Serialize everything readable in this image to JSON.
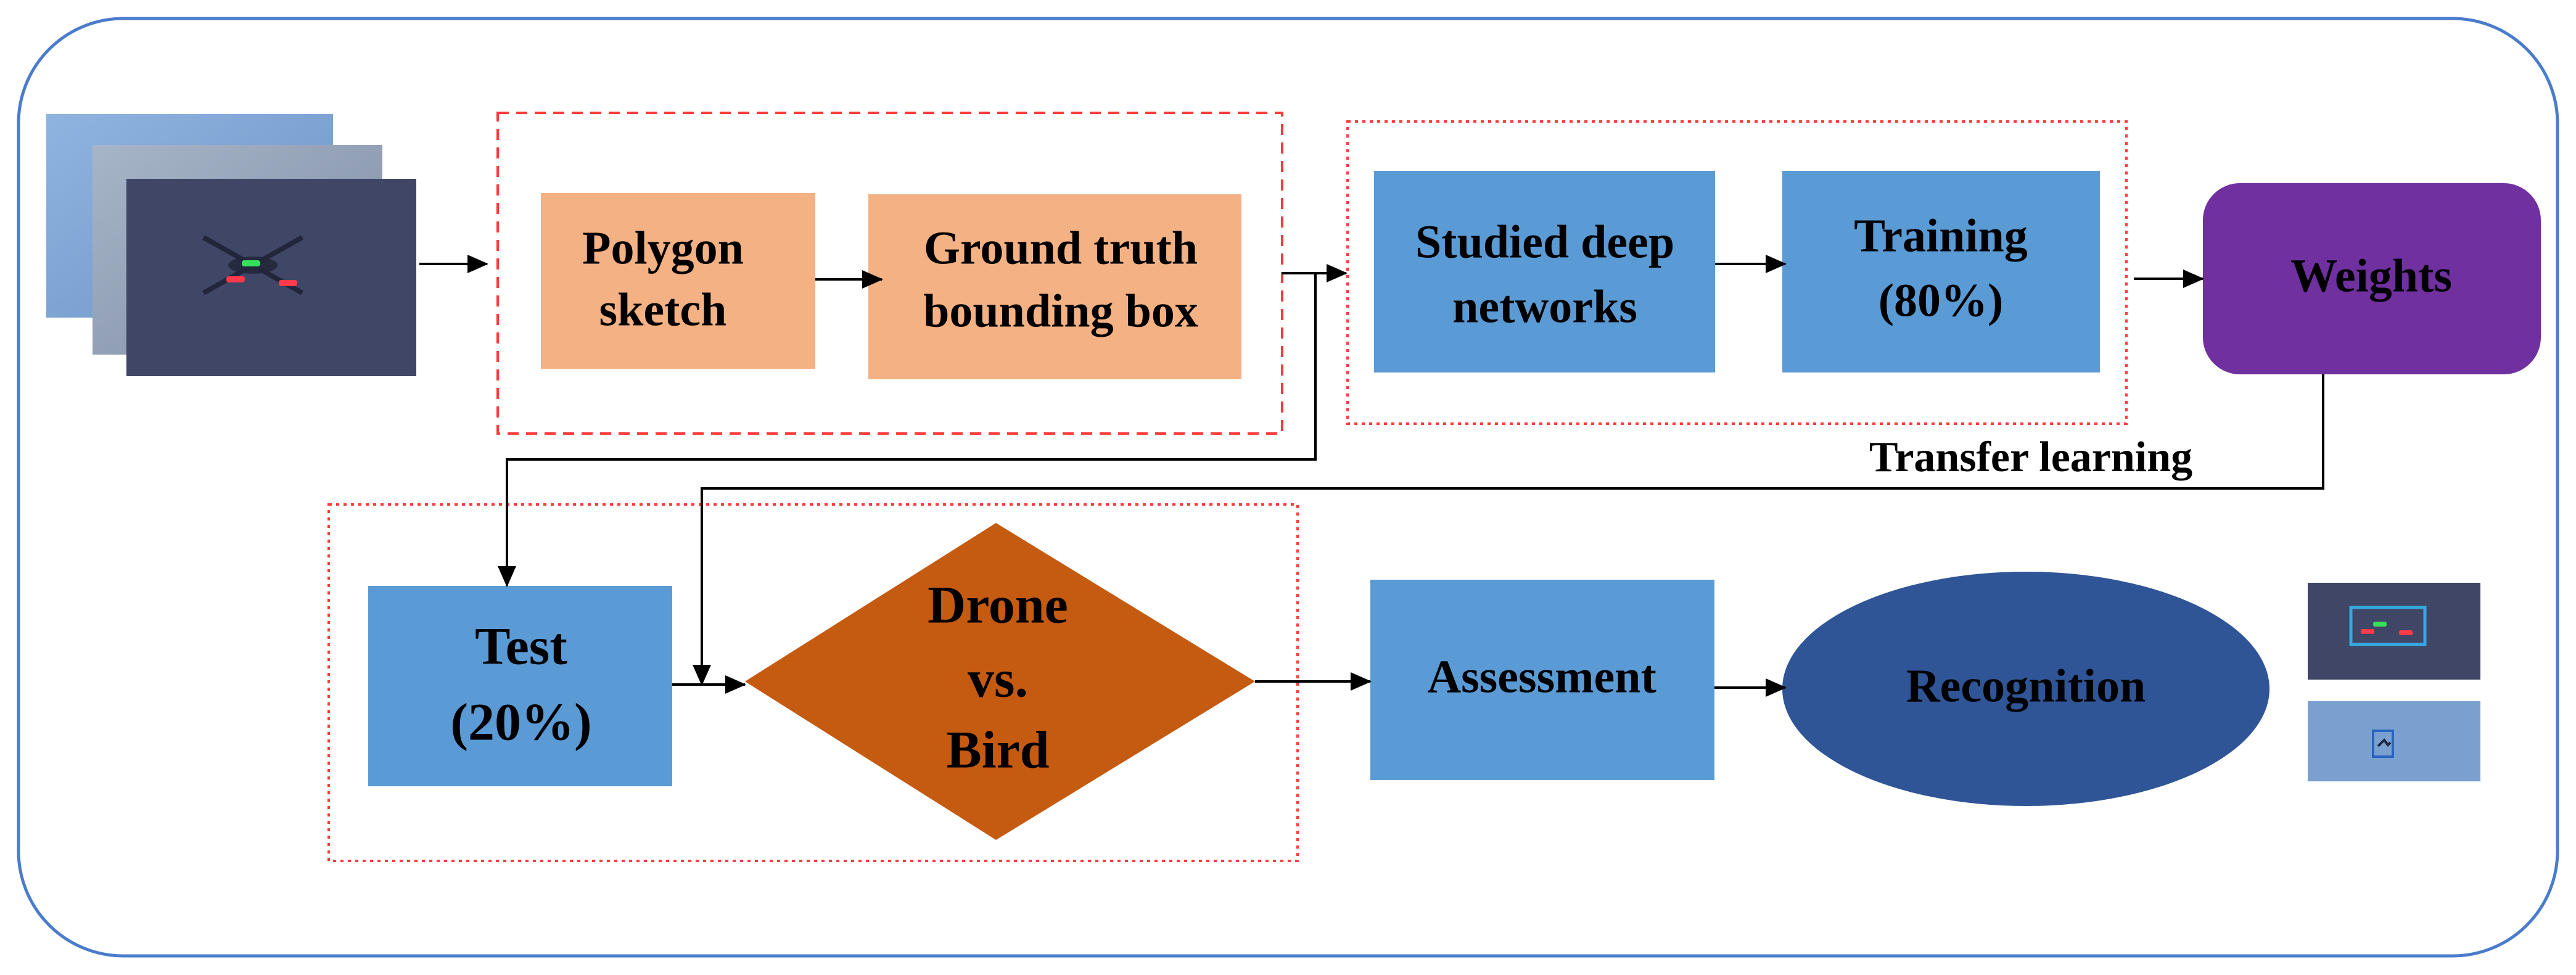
{
  "colors": {
    "frame": "#4a7ccc",
    "dashed": "#ff3b3b",
    "orange_box": "#f4b183",
    "blue_box": "#5b9bd5",
    "purple_box": "#7030a0",
    "diamond": "#c55a11",
    "ellipse": "#2f5597",
    "arrow": "#000000",
    "text": "#000000",
    "frame_photo_bg": "#3f4666",
    "sky_photo_bg": "#7aa0cf",
    "detect_box": "#36a9e1"
  },
  "nodes": {
    "polygon_sketch": {
      "line1": "Polygon",
      "line2": "sketch"
    },
    "ground_truth": {
      "line1": "Ground truth",
      "line2": "bounding box"
    },
    "studied_networks": {
      "line1": "Studied deep",
      "line2": "networks"
    },
    "training": {
      "line1": "Training",
      "line2": "(80%)"
    },
    "weights": {
      "label": "Weights"
    },
    "test": {
      "line1": "Test",
      "line2": "(20%)"
    },
    "drone_vs_bird": {
      "line1": "Drone",
      "line2": "vs.",
      "line3": "Bird"
    },
    "assessment": {
      "label": "Assessment"
    },
    "recognition": {
      "label": "Recognition"
    }
  },
  "edges": {
    "transfer_learning": {
      "label": "Transfer learning"
    }
  },
  "images": {
    "input_stack": "drone-frame-stack",
    "output_drone": "drone-detection-thumbnail",
    "output_bird": "bird-detection-thumbnail"
  }
}
